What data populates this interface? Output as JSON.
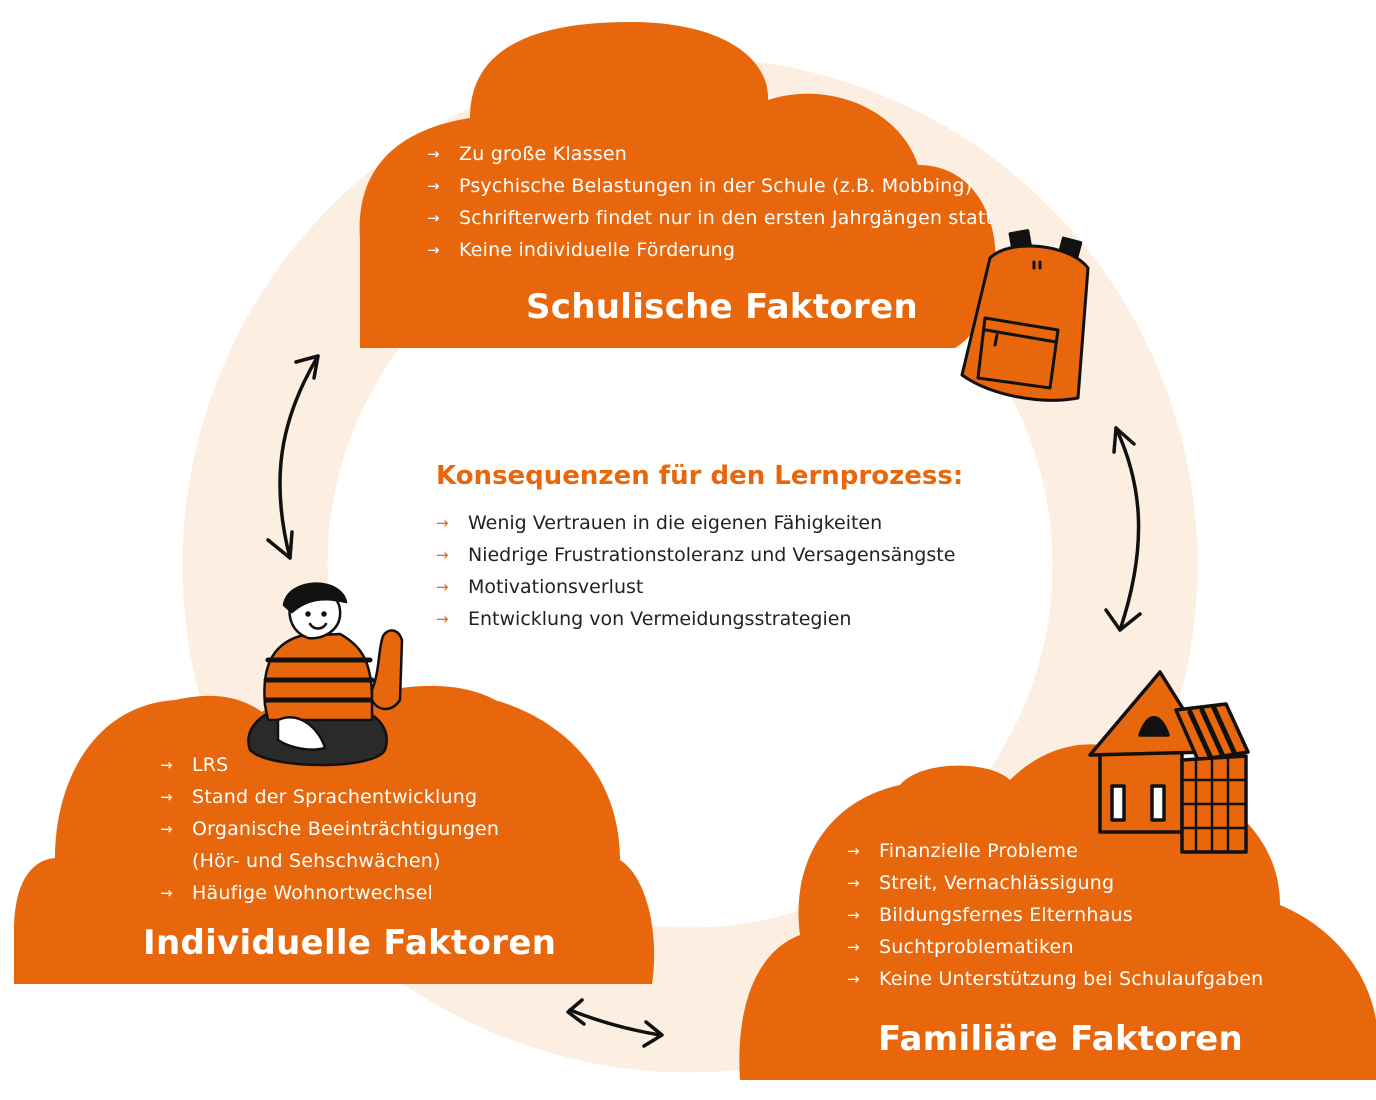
{
  "colors": {
    "accent": "#E8670C",
    "ring": "#FDEEE2",
    "ink": "#1a1a1a",
    "text_on_accent": "#ffffff"
  },
  "schulisch": {
    "title": "Schulische Faktoren",
    "items": [
      "Zu große Klassen",
      "Psychische Belastungen in der Schule (z.B. Mobbing)",
      "Schrifterwerb findet nur in den ersten Jahrgängen statt",
      "Keine individuelle Förderung"
    ],
    "icon": "backpack-icon"
  },
  "individuell": {
    "title": "Individuelle Faktoren",
    "items": [
      "LRS",
      "Stand der Sprachentwicklung",
      "Organische Beeinträchtigungen",
      "(Hör- und Sehschwächen)",
      "Häufige Wohnortwechsel"
    ],
    "icon": "child-waving-icon"
  },
  "familiaer": {
    "title": "Familiäre Faktoren",
    "items": [
      "Finanzielle Probleme",
      "Streit, Vernachlässigung",
      "Bildungsfernes Elternhaus",
      "Suchtproblematiken",
      "Keine Unterstützung bei Schulaufgaben"
    ],
    "icon": "house-icon"
  },
  "konsequenzen": {
    "title": "Konsequenzen für den Lernprozess:",
    "items": [
      "Wenig Vertrauen in die eigenen Fähigkeiten",
      "Niedrige Frustrationstoleranz und Versagensängste",
      "Motivationsverlust",
      "Entwicklung von Vermeidungsstrategien"
    ]
  },
  "bullet_glyph": "→",
  "connector_icon": "double-arrow-icon"
}
